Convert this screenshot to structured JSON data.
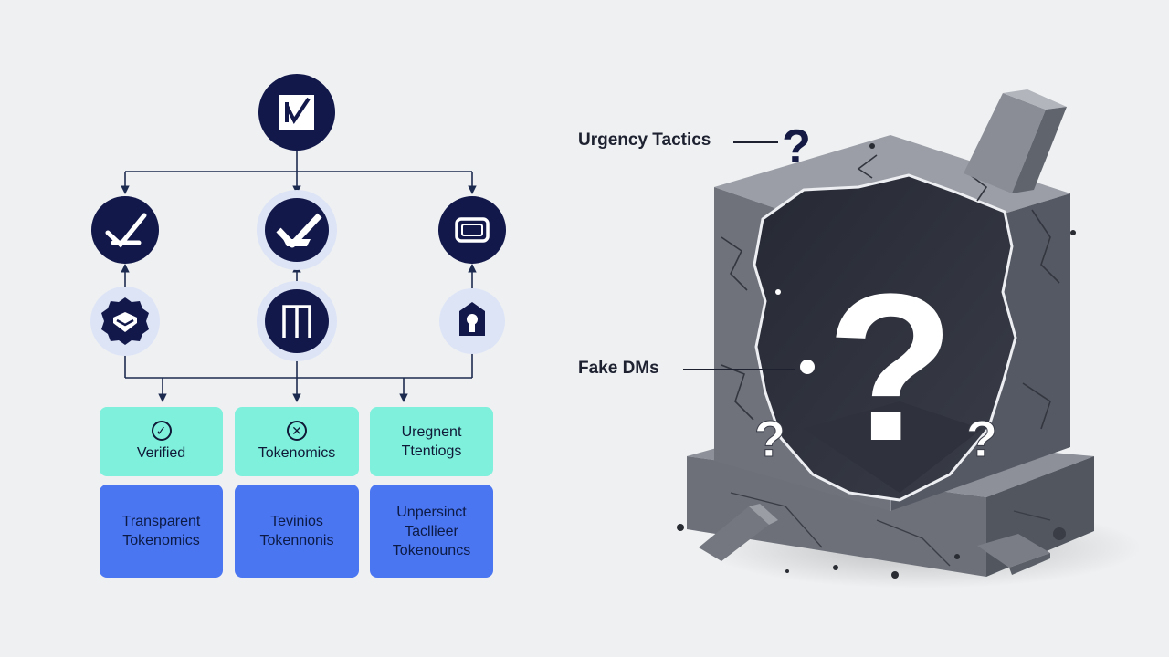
{
  "flowchart": {
    "colors": {
      "node_dark": "#12184a",
      "node_halo": "#dde4f6",
      "connector": "#1d2a4f",
      "card_teal": "#7ef0dc",
      "card_blue": "#4a76f2"
    },
    "top_node": {
      "icon": "checkbox-icon"
    },
    "upper_nodes": [
      {
        "icon": "checkmark-icon"
      },
      {
        "icon": "shield-check-icon"
      },
      {
        "icon": "screen-icon"
      }
    ],
    "lower_nodes": [
      {
        "icon": "badge-check-icon"
      },
      {
        "icon": "square-bracket-icon"
      },
      {
        "icon": "lock-house-icon"
      }
    ],
    "teal_cards": [
      {
        "icon": "check-circle-icon",
        "icon_glyph": "✓",
        "label": "Verified"
      },
      {
        "icon": "x-circle-icon",
        "icon_glyph": "✕",
        "label": "Tokenomics"
      },
      {
        "icon": "",
        "line1": "Uregnent",
        "line2": "Ttentiogs"
      }
    ],
    "blue_cards": [
      {
        "line1": "Transparent",
        "line2": "Tokenomics"
      },
      {
        "line1": "Tevinios",
        "line2": "Tokennonis"
      },
      {
        "line1": "Unpersinct",
        "line2": "Tacllieer",
        "line3": "Tokenouncs"
      }
    ]
  },
  "broken_cube": {
    "callouts": {
      "urgency": "Urgency Tactics",
      "fake_dms": "Fake DMs"
    },
    "glyphs": {
      "big_question": "?",
      "small_question": "?"
    },
    "colors": {
      "stone_top": "#9b9ea6",
      "stone_left": "#6f727b",
      "stone_right": "#555963",
      "cavity": "#2b2e38",
      "question": "#ffffff",
      "callout_question": "#141a44"
    }
  }
}
